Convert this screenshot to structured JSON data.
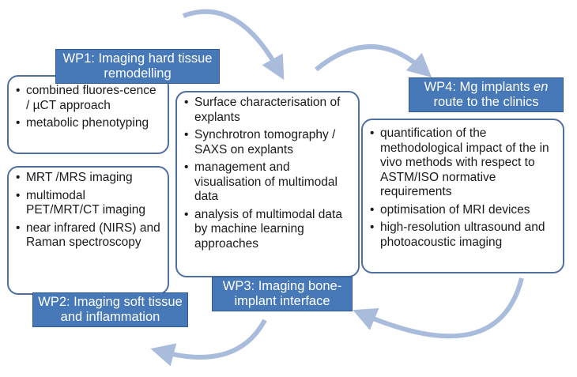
{
  "wp1": {
    "title": "WP1: Imaging hard tissue remodelling",
    "items": [
      "combined fluores-cence / µCT approach",
      "metabolic phenotyping"
    ]
  },
  "wp2": {
    "title": "WP2: Imaging soft tissue and inflammation",
    "items": [
      "MRT /MRS imaging",
      "multimodal PET/MRT/CT imaging",
      "near infrared  (NIRS) and Raman spectroscopy"
    ]
  },
  "wp3": {
    "title": "WP3: Imaging bone-implant interface",
    "items": [
      "Surface characterisation of explants",
      "Synchrotron tomography / SAXS on explants",
      "management and visualisation of multimodal data",
      "analysis of multimodal data by machine learning approaches"
    ]
  },
  "wp4": {
    "title_prefix": "WP4: Mg implants ",
    "title_italic": "en",
    "title_suffix": " route to the clinics",
    "items": [
      "quantification of the methodological impact of the in vivo methods with respect to ASTM/ISO normative requirements",
      "optimisation of MRI devices",
      "high-resolution ultrasound and photoacoustic imaging"
    ]
  },
  "colors": {
    "label_fill": "#4778b7",
    "box_border": "#4f6fa0",
    "arrow": "#a9bcdb"
  }
}
